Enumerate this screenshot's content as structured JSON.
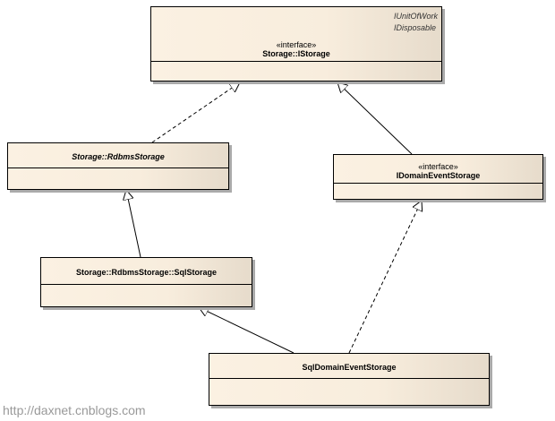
{
  "classes": {
    "istorage": {
      "stereotype": "«interface»",
      "name": "Storage::IStorage",
      "tags": [
        "IUnitOfWork",
        "IDisposable"
      ]
    },
    "rdbms": {
      "name": "Storage::RdbmsStorage"
    },
    "idomain": {
      "stereotype": "«interface»",
      "name": "IDomainEventStorage"
    },
    "sqlstorage": {
      "name": "Storage::RdbmsStorage::SqlStorage"
    },
    "sqldomain": {
      "name": "SqlDomainEventStorage"
    }
  },
  "watermark": "http://daxnet.cnblogs.com"
}
